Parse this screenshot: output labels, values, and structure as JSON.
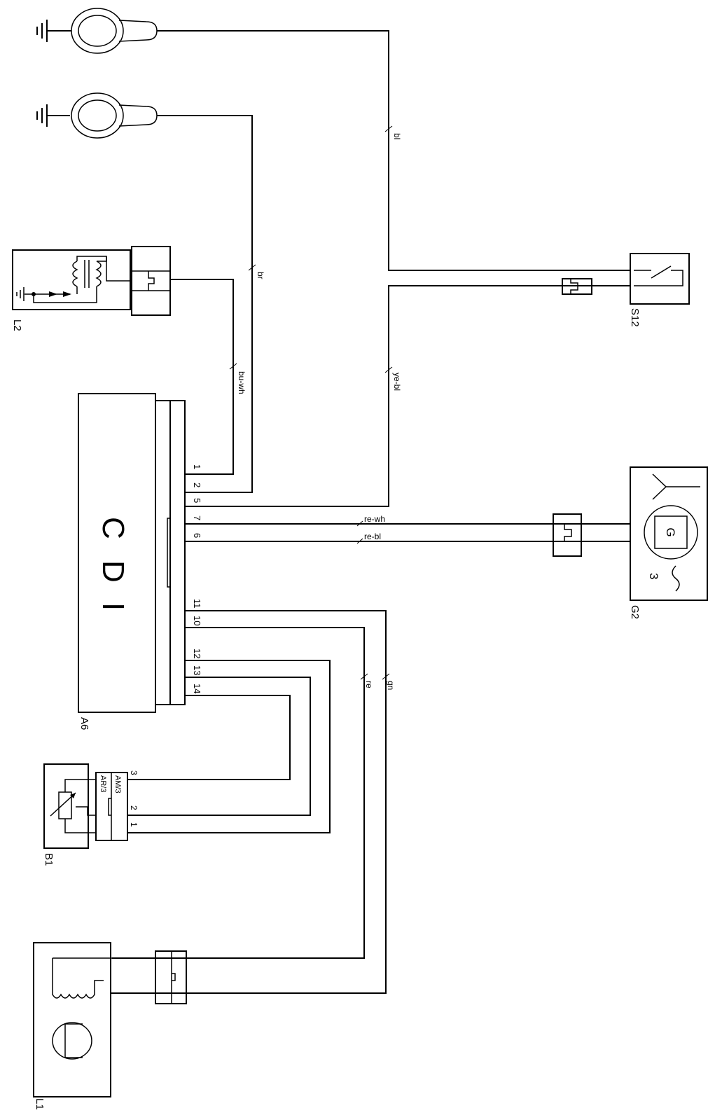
{
  "components": {
    "cdi": {
      "ref": "A6",
      "letters": [
        "C",
        "D",
        "I"
      ]
    },
    "coil_l2": {
      "ref": "L2"
    },
    "switch_s12": {
      "ref": "S12"
    },
    "generator_g2": {
      "ref": "G2",
      "symbol": "G",
      "phase": "3"
    },
    "sensor_b1": {
      "ref": "B1",
      "connector": [
        "AM/3",
        "AR/3"
      ],
      "pins": [
        "3",
        "2",
        "1"
      ]
    },
    "lamp_l1": {
      "ref": "L1"
    }
  },
  "pins": [
    "1",
    "2",
    "5",
    "7",
    "6",
    "11",
    "10",
    "12",
    "13",
    "14"
  ],
  "wires": {
    "bl": "bl",
    "br": "br",
    "bu_wh": "bu-wh",
    "ye_bl": "ye-bl",
    "re_wh": "re-wh",
    "re_bl": "re-bl",
    "re": "re",
    "gn": "gn"
  }
}
